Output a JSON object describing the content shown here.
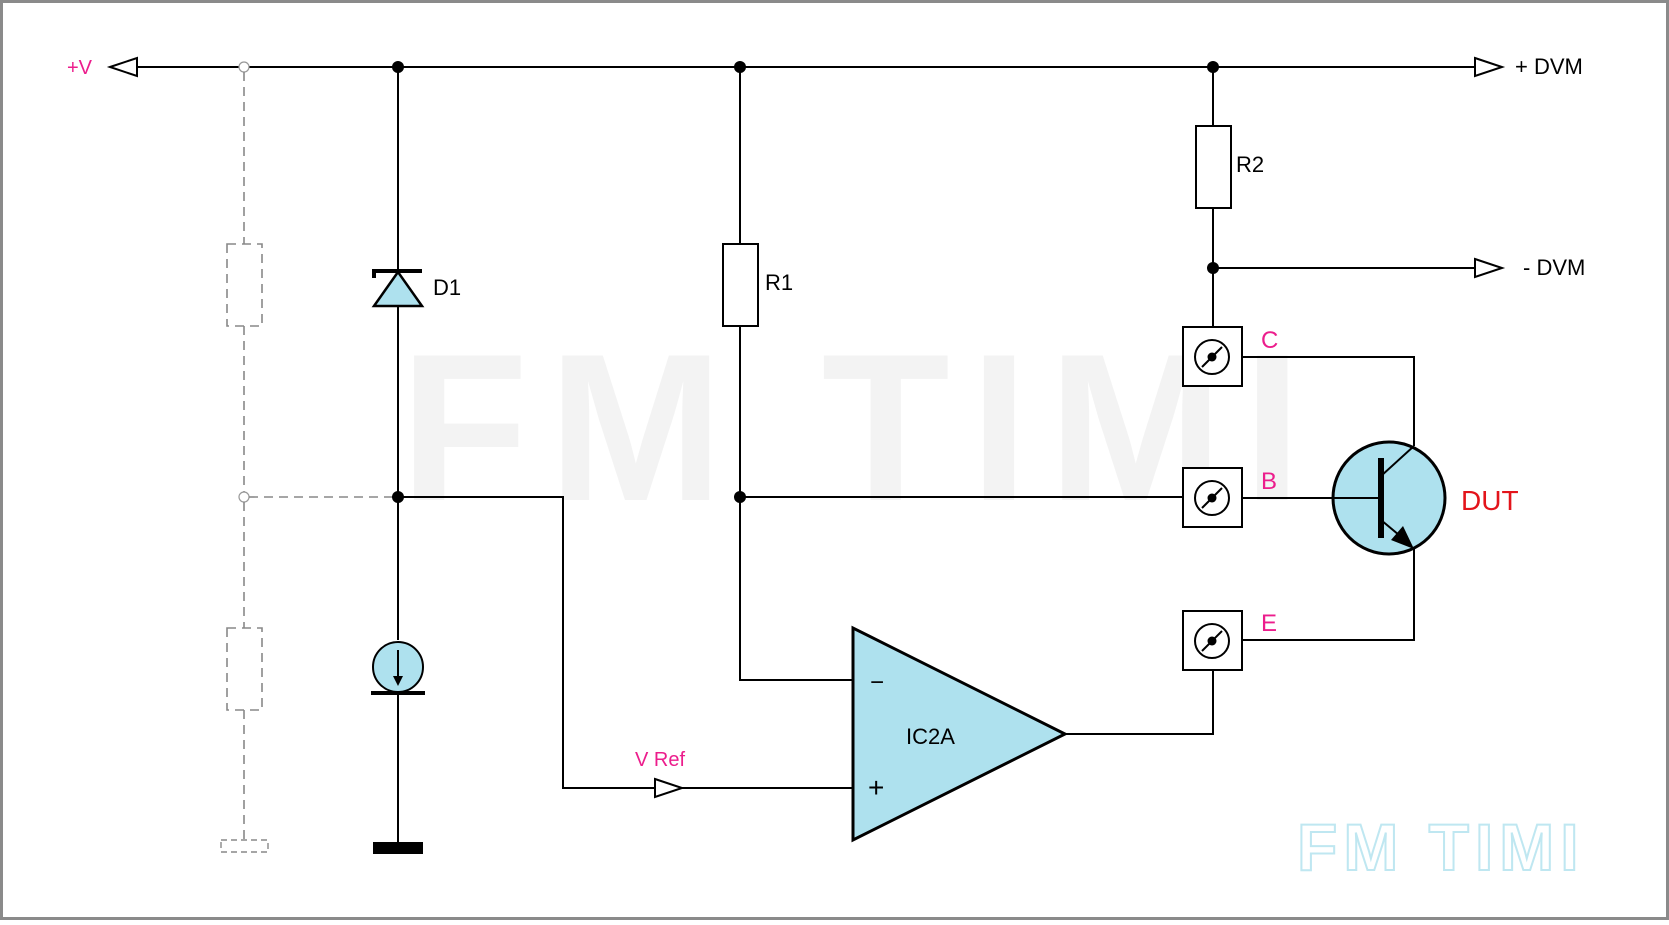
{
  "colors": {
    "wire": "#000000",
    "component_fill": "#aee1ee",
    "pink_label": "#ec1d8c",
    "red_label": "#e3141b",
    "watermark_gray": "#f3f3f3",
    "watermark_outline": "#bfe7f1",
    "frame": "#8a8a8a",
    "optional_dashed": "#888888"
  },
  "rails": {
    "supply": "+V",
    "dvm_plus": "+ DVM",
    "dvm_minus": "- DVM"
  },
  "components": {
    "zener": "D1",
    "resistor1": "R1",
    "resistor2": "R2",
    "opamp": "IC2A",
    "opamp_inverting": "−",
    "opamp_noninverting": "+",
    "vref": "V Ref",
    "dut": "DUT"
  },
  "terminals": {
    "collector": "C",
    "base": "B",
    "emitter": "E"
  },
  "icons": [
    "arrow-terminal-icon",
    "zener-diode-icon",
    "resistor-icon",
    "current-source-icon",
    "ground-icon",
    "opamp-icon",
    "binding-post-icon",
    "npn-transistor-icon"
  ],
  "watermark": {
    "center": "FM TIMI",
    "corner": "FM TIMI"
  }
}
